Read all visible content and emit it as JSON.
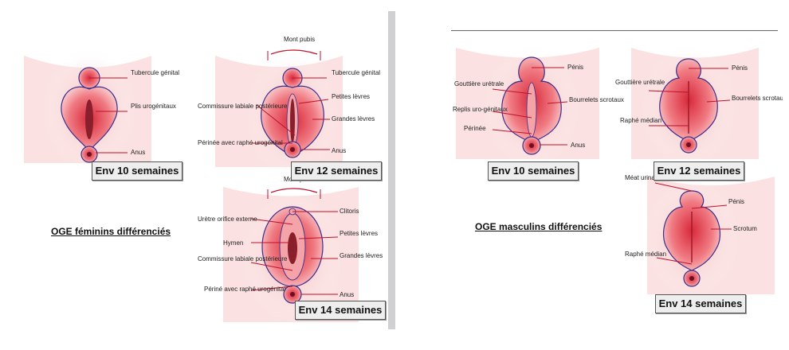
{
  "left": {
    "title": "OGE féminins différenciés",
    "stages": [
      {
        "name": "Env 10 semaines",
        "labels": [
          "Tubercule génital",
          "Plis urogénitaux",
          "Anus"
        ]
      },
      {
        "name": "Env 12 semaines",
        "labels": [
          "Mont pubis",
          "Tubercule génital",
          "Petites lèvres",
          "Commissure labiale postérieure",
          "Grandes lèvres",
          "Périnée avec raphé urogénital",
          "Anus"
        ]
      },
      {
        "name": "Env 14 semaines",
        "labels": [
          "Mont pubis",
          "Urètre orifice externe",
          "Clitoris",
          "Petites lèvres",
          "Hymen",
          "Commissure labiale postérieure",
          "Grandes lèvres",
          "Périné avec raphé urogénital",
          "Anus"
        ]
      }
    ]
  },
  "right": {
    "title": "OGE masculins différenciés",
    "stages": [
      {
        "name": "Env 10 semaines",
        "labels": [
          "Pénis",
          "Gouttière urétrale",
          "Bourrelets scrotaux",
          "Replis uro-génitaux",
          "Périnée",
          "Anus"
        ]
      },
      {
        "name": "Env 12 semaines",
        "labels": [
          "Pénis",
          "Gouttière urétrale",
          "Bourrelets scrotaux",
          "Raphé médian"
        ]
      },
      {
        "name": "Env 14 semaines",
        "labels": [
          "Méat urinaire",
          "Pénis",
          "Scrotum",
          "Raphé médian"
        ]
      }
    ]
  },
  "colors": {
    "tissue": "#e8505a",
    "outline": "#3a2e8a",
    "line": "#c0102a",
    "glow": "#f7c7c9"
  }
}
